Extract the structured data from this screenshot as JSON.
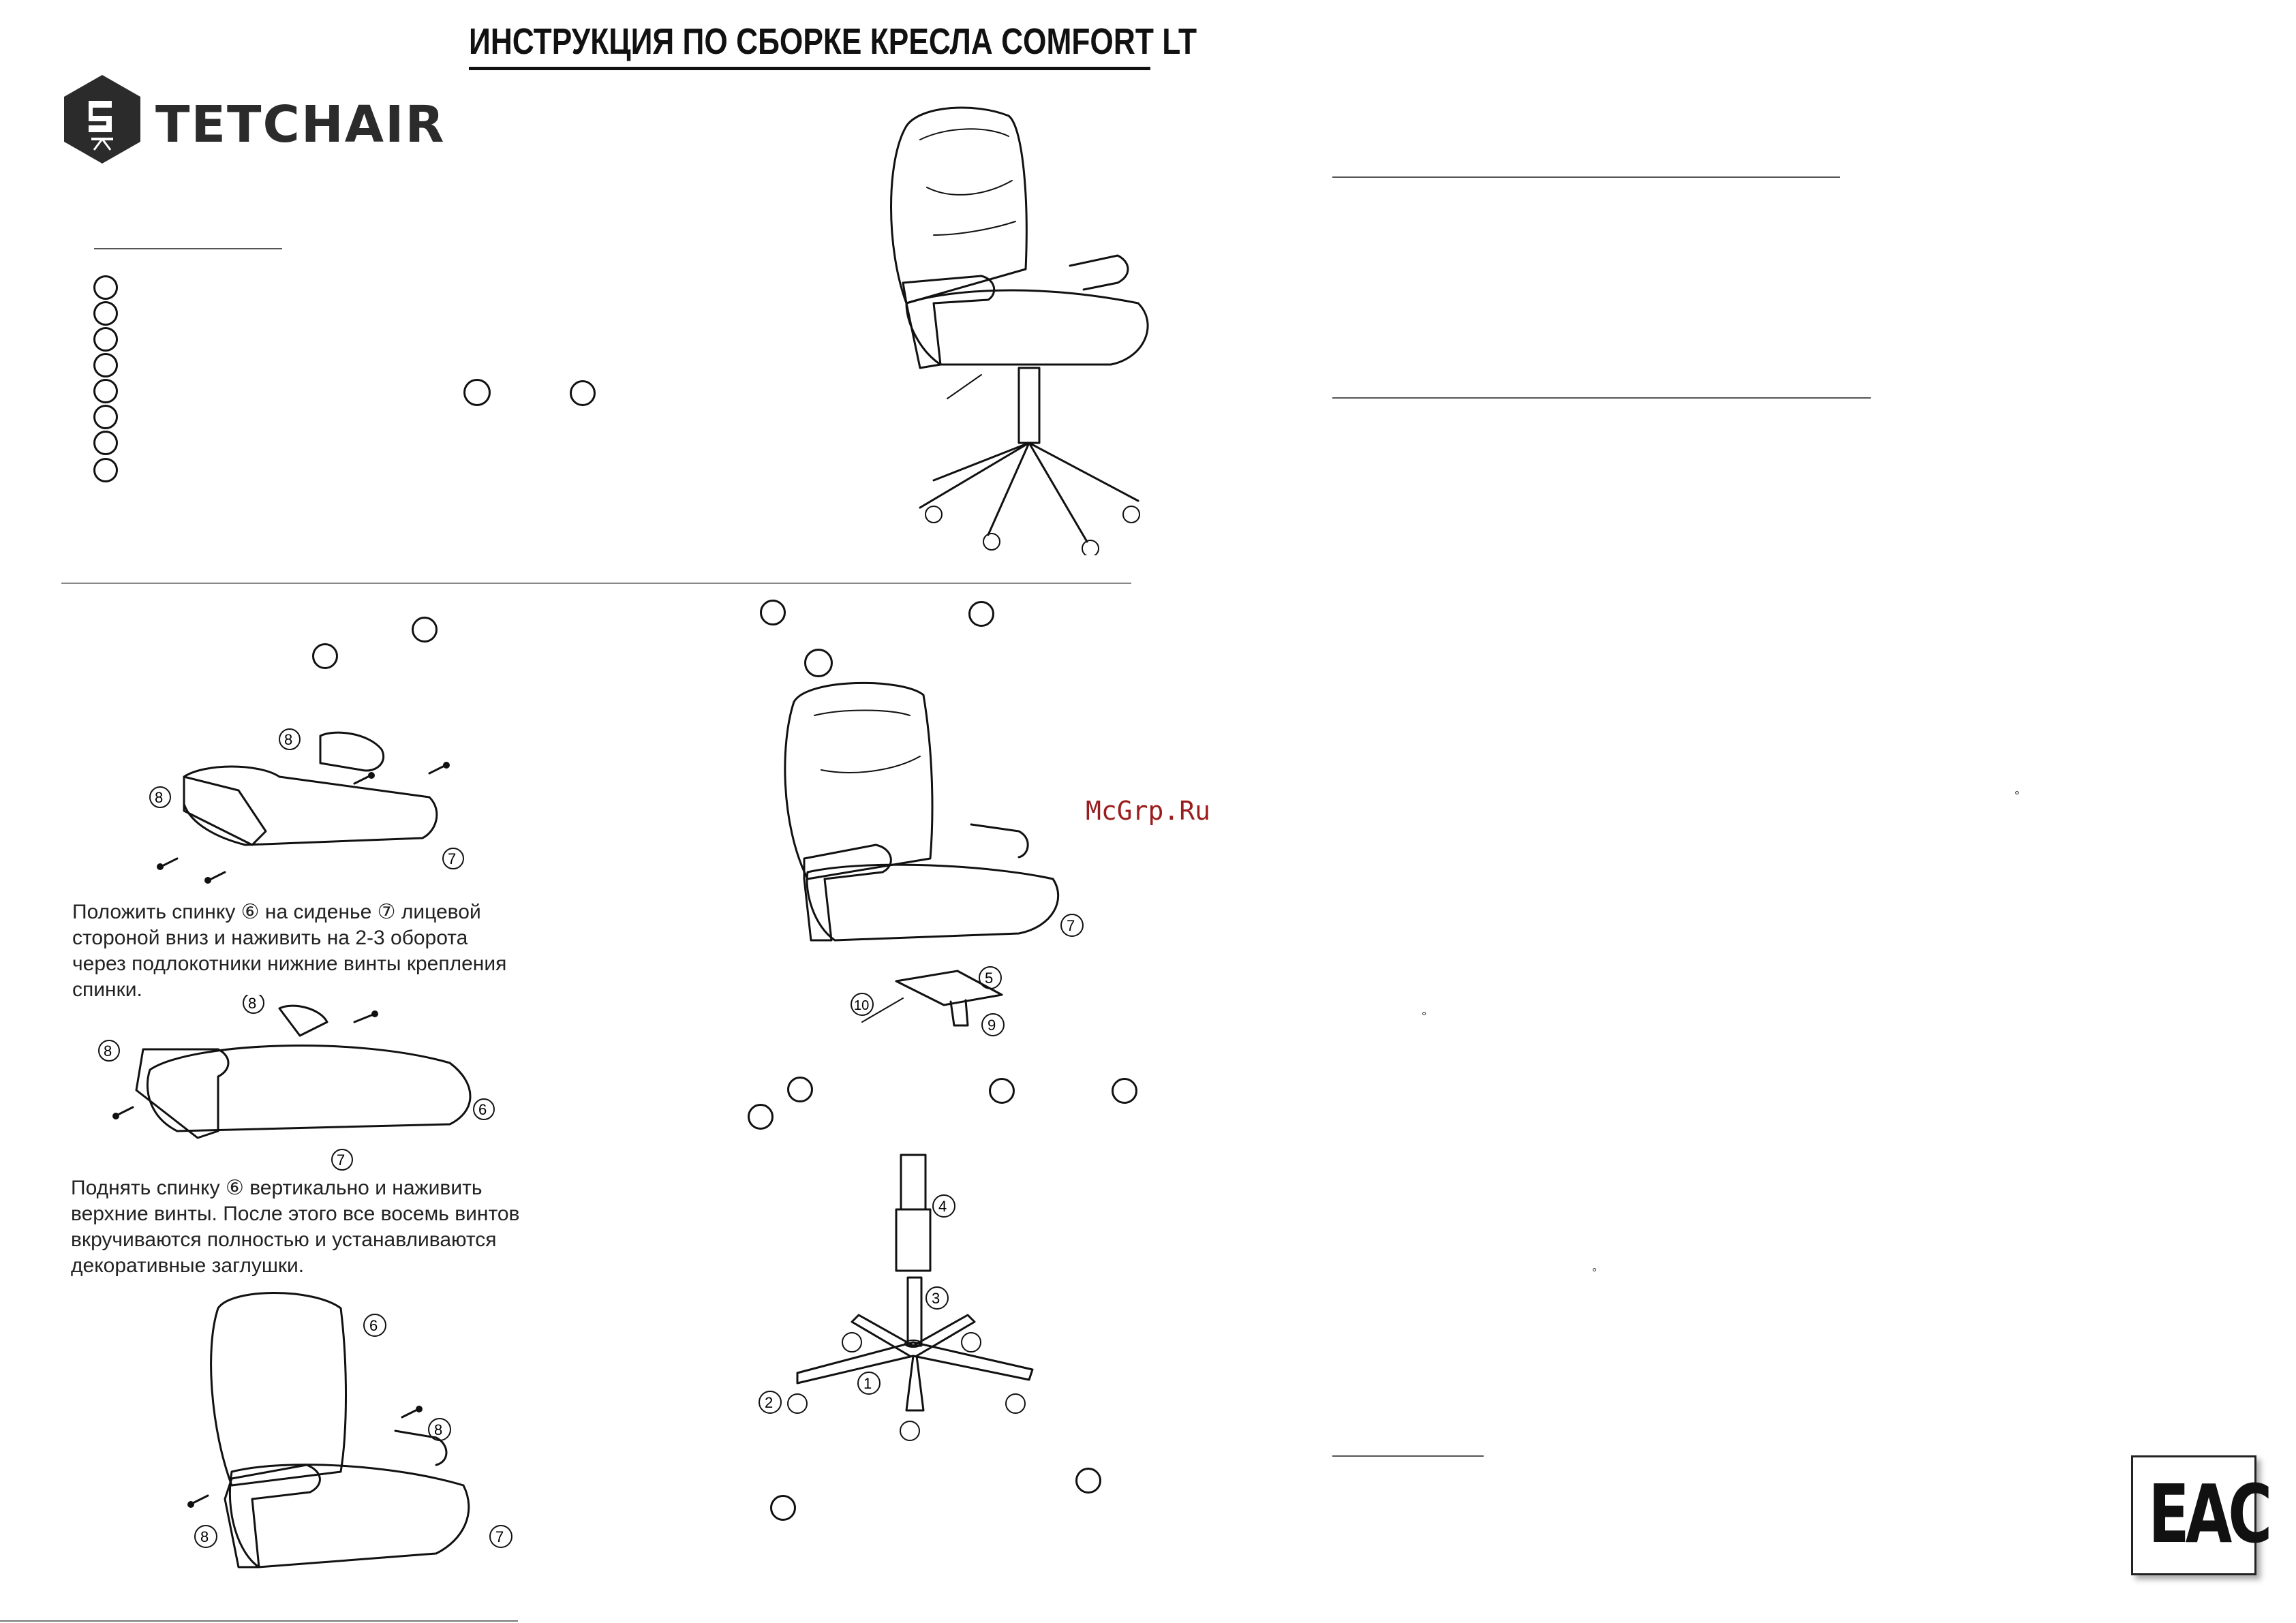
{
  "header": {
    "title": "ИНСТРУКЦИЯ ПО СБОРКЕ КРЕСЛА COMFORT LT",
    "brand": "TETCHAIR"
  },
  "steps": [
    {
      "text": "Положить спинку ⑥ на сиденье ⑦ лицевой стороной вниз и наживить на 2-3 оборота через подлокотники нижние винты крепления спинки."
    },
    {
      "text": "Поднять спинку ⑥ вертикально и наживить верхние винты. После этого все восемь винтов вкручиваются полностью и устанавливаются декоративные заглушки."
    }
  ],
  "part_labels": {
    "base": "1",
    "caster": "2",
    "gaslift_cover": "3",
    "gaslift": "4",
    "mechanism": "5",
    "backrest": "6",
    "seat": "7",
    "armrest": "8",
    "screw": "9",
    "handle": "10"
  },
  "watermark": "McGrp.Ru",
  "certification_mark": "EAC",
  "degree_marks": [
    "°",
    "°",
    "°"
  ]
}
